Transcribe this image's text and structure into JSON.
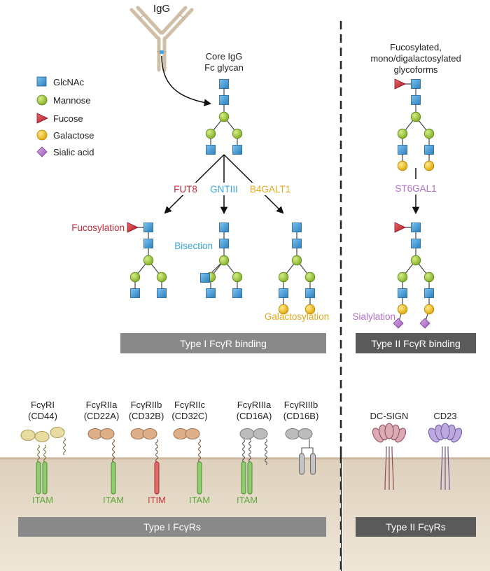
{
  "antibody_label": "IgG",
  "core_glycan_label": [
    "Core IgG",
    "Fc glycan"
  ],
  "legend": [
    {
      "icon": "glcnac-icon",
      "label": "GlcNAc"
    },
    {
      "icon": "mannose-icon",
      "label": "Mannose"
    },
    {
      "icon": "fucose-icon",
      "label": "Fucose"
    },
    {
      "icon": "galactose-icon",
      "label": "Galactose"
    },
    {
      "icon": "sialic-acid-icon",
      "label": "Sialic acid"
    }
  ],
  "enzymes": {
    "fut8": "FUT8",
    "gntiii": "GNTIII",
    "b4galt1": "B4GALT1",
    "st6gal1": "ST6GAL1"
  },
  "modifications": {
    "fucosylation": "Fucosylation",
    "bisection": "Bisection",
    "galactosylation": "Galactosylation",
    "sialylation": "Sialylation"
  },
  "type2_glycoforms_label": [
    "Fucosylated,",
    "mono/digalactosylated",
    "glycoforms"
  ],
  "binding_bars": {
    "type1": "Type I FcγR binding",
    "type2": "Type II FcγR binding"
  },
  "receptors": [
    {
      "name": "FcγRI",
      "cd": "(CD44)",
      "motif": "ITAM"
    },
    {
      "name": "FcγRIIa",
      "cd": "(CD22A)",
      "motif": "ITAM"
    },
    {
      "name": "FcγRIIb",
      "cd": "(CD32B)",
      "motif": "ITIM"
    },
    {
      "name": "FcγRIIc",
      "cd": "(CD32C)",
      "motif": "ITAM"
    },
    {
      "name": "FcγRIIIa",
      "cd": "(CD16A)",
      "motif": "ITAM"
    },
    {
      "name": "FcγRIIIb",
      "cd": "(CD16B)",
      "motif": ""
    }
  ],
  "type2_receptors": [
    "DC-SIGN",
    "CD23"
  ],
  "bottom_bars": {
    "type1": "Type I FcγRs",
    "type2": "Type II FcγRs"
  },
  "colors": {
    "glcnac": "#3d9ad8",
    "mannose": "#9cc83a",
    "fucose": "#c8283a",
    "galactose": "#f2c418",
    "sialic": "#b57ed0",
    "fut8": "#d0283a",
    "gntiii": "#3aa6dc",
    "b4galt1": "#e8aa1a",
    "st6gal1": "#b06ec8",
    "itam": "#5faa3c",
    "itim": "#cf3a3a",
    "bar": "#898989",
    "bar_dark": "#5a5a5a",
    "membrane": "#efe6d8"
  }
}
